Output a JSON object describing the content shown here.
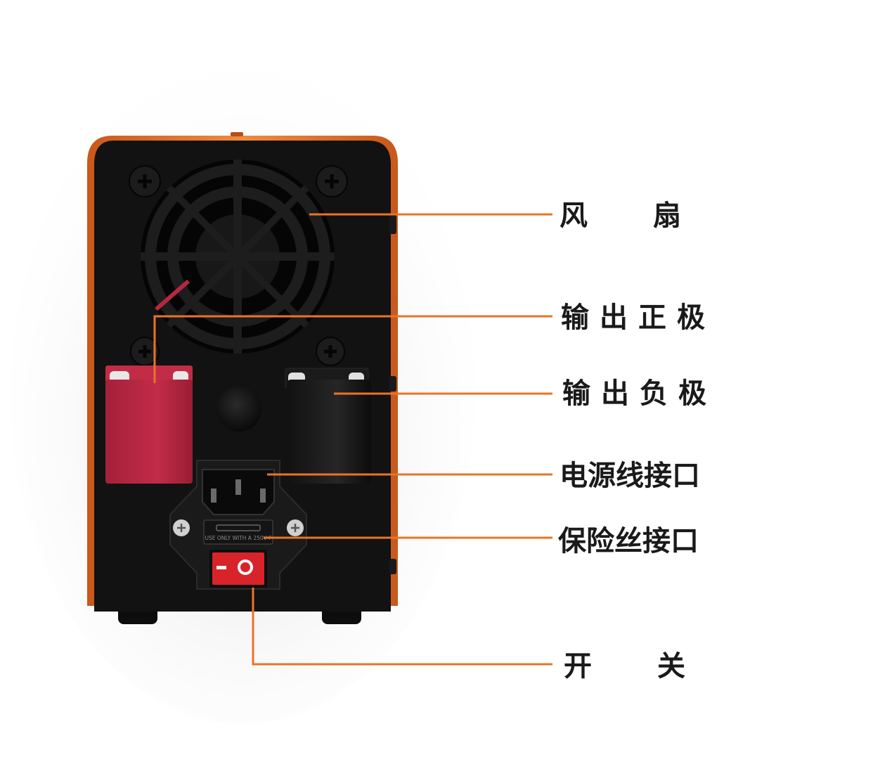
{
  "callouts": [
    {
      "id": "fan",
      "chars": [
        "风",
        "扇"
      ]
    },
    {
      "id": "positive",
      "chars": [
        "输",
        "出",
        "正",
        "极"
      ]
    },
    {
      "id": "negative",
      "chars": [
        "输",
        "出",
        "负",
        "极"
      ]
    },
    {
      "id": "power-inlet",
      "chars": [
        "电源线接口"
      ]
    },
    {
      "id": "fuse",
      "chars": [
        "保险丝接口"
      ]
    },
    {
      "id": "switch",
      "chars": [
        "开",
        "关"
      ]
    }
  ],
  "fuse_notice": "USE ONLY WITH A 250V F",
  "colors": {
    "accent": "#e8742a",
    "body": "#111111",
    "positive_cap": "#b5283f",
    "negative_cap": "#1c1c1c",
    "switch": "#d9232a"
  }
}
